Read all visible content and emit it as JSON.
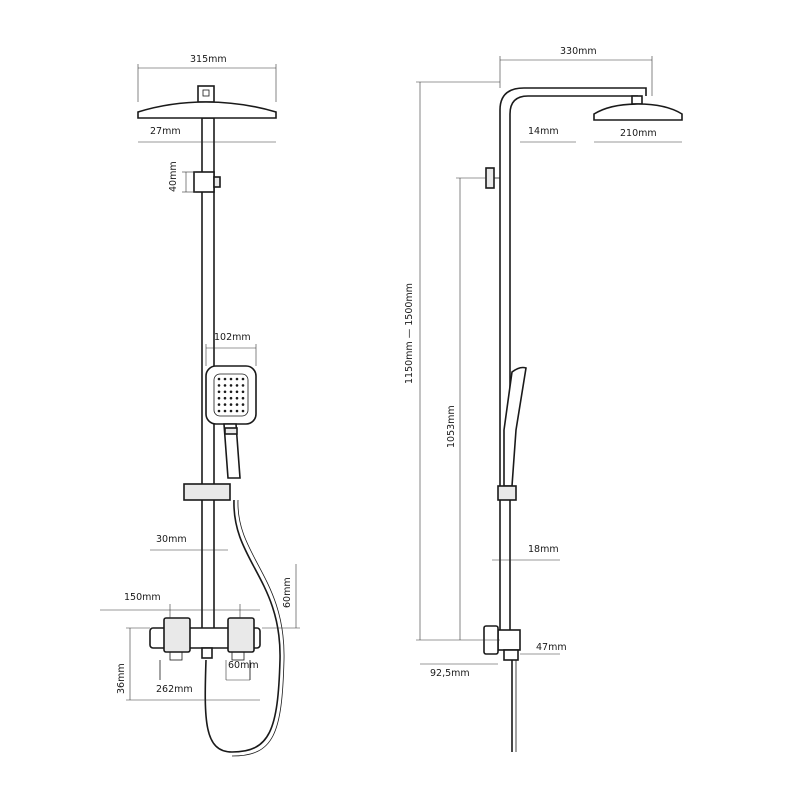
{
  "front_view": {
    "head_width": "315mm",
    "head_thickness": "27mm",
    "bracket_height": "40mm",
    "handset_width": "102mm",
    "pipe_diameter": "30mm",
    "mixer_spacing": "150mm",
    "hose_offset": "60mm",
    "outlet_width": "60mm",
    "mixer_height": "36mm",
    "mixer_width": "262mm"
  },
  "side_view": {
    "arm_length": "330mm",
    "arm_diameter": "14mm",
    "head_diameter": "210mm",
    "total_height": "1150mm — 1500mm",
    "pipe_height": "1053mm",
    "lower_pipe_diameter": "18mm",
    "wall_projection": "92,5mm",
    "mixer_depth": "47mm"
  }
}
